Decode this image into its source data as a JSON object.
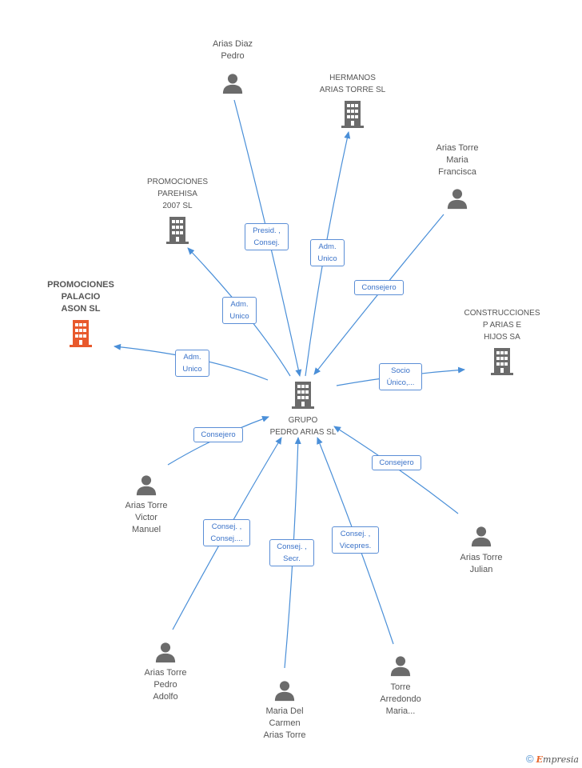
{
  "center": {
    "label": "GRUPO\nPEDRO ARIAS SL"
  },
  "nodes": [
    {
      "id": "arias-diaz-pedro",
      "type": "person",
      "label": "Arias Diaz\nPedro"
    },
    {
      "id": "hermanos-arias-torre",
      "type": "company",
      "label": "HERMANOS\nARIAS TORRE SL"
    },
    {
      "id": "arias-torre-maria-francisca",
      "type": "person",
      "label": "Arias Torre\nMaria\nFrancisca"
    },
    {
      "id": "promociones-parehisa",
      "type": "company",
      "label": "PROMOCIONES\nPAREHISA\n2007 SL"
    },
    {
      "id": "promociones-palacio-ason",
      "type": "company",
      "label": "PROMOCIONES\nPALACIO\nASON SL",
      "highlight": true
    },
    {
      "id": "construcciones-p-arias",
      "type": "company",
      "label": "CONSTRUCCIONES\nP ARIAS E\nHIJOS SA"
    },
    {
      "id": "arias-torre-victor-manuel",
      "type": "person",
      "label": "Arias Torre\nVictor\nManuel"
    },
    {
      "id": "arias-torre-julian",
      "type": "person",
      "label": "Arias Torre\nJulian"
    },
    {
      "id": "arias-torre-pedro-adolfo",
      "type": "person",
      "label": "Arias Torre\nPedro\nAdolfo"
    },
    {
      "id": "maria-del-carmen",
      "type": "person",
      "label": "Maria Del\nCarmen\nArias Torre"
    },
    {
      "id": "torre-arredondo-maria",
      "type": "person",
      "label": "Torre\nArredondo\nMaria..."
    }
  ],
  "relations": [
    {
      "id": "rel-arias-diaz",
      "label": "Presid. ,\nConsej."
    },
    {
      "id": "rel-hermanos",
      "label": "Adm.\nUnico"
    },
    {
      "id": "rel-maria-francisca",
      "label": "Consejero"
    },
    {
      "id": "rel-parehisa",
      "label": "Adm.\nUnico"
    },
    {
      "id": "rel-palacio-ason",
      "label": "Adm.\nUnico"
    },
    {
      "id": "rel-construcciones",
      "label": "Socio\nÚnico,..."
    },
    {
      "id": "rel-victor",
      "label": "Consejero"
    },
    {
      "id": "rel-julian",
      "label": "Consejero"
    },
    {
      "id": "rel-pedro-adolfo",
      "label": "Consej. ,\nConsej...."
    },
    {
      "id": "rel-maria-carmen",
      "label": "Consej. ,\nSecr."
    },
    {
      "id": "rel-torre-arredondo",
      "label": "Consej. ,\nVicepres."
    }
  ],
  "colors": {
    "edge": "#4a8fd8",
    "icon": "#6b6b6b",
    "highlight": "#e8592c",
    "relation_text": "#3a72c8"
  },
  "footer": {
    "copyright": "©",
    "brand_first": "E",
    "brand_rest": "mpresia"
  }
}
